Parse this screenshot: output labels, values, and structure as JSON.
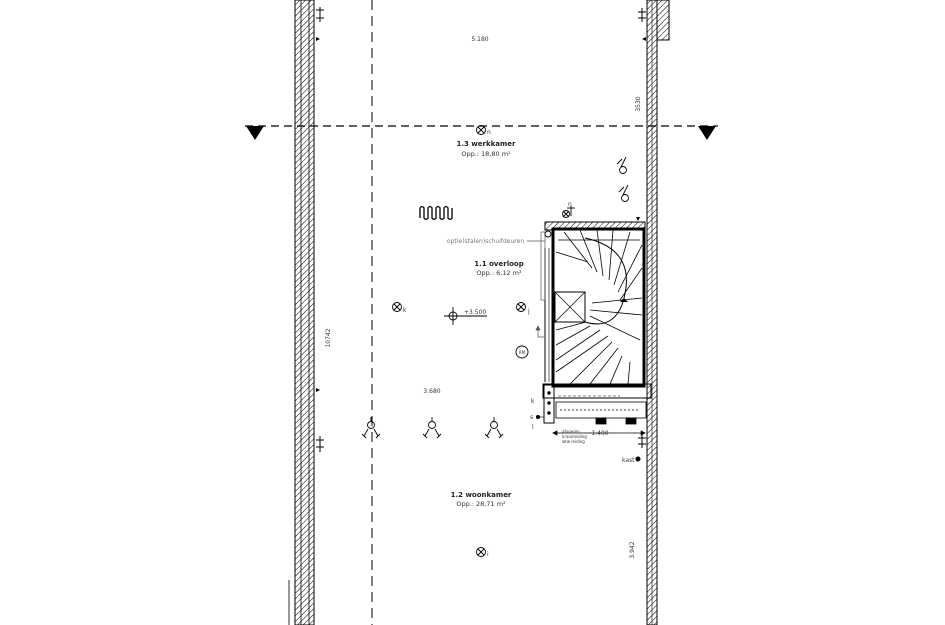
{
  "rooms": {
    "werkkamer": {
      "name": "1.3 werkkamer",
      "area": "Opp.: 18,80 m²"
    },
    "overloop": {
      "name": "1.1 overloop",
      "area": "Opp.: 6,12 m²"
    },
    "woonkamer": {
      "name": "1.2 woonkamer",
      "area": "Opp.: 28,71 m²"
    }
  },
  "dimensions": {
    "top_width": "5.180",
    "right_upper": "3530",
    "left_height": "10742",
    "middle_width": "3.680",
    "stair_width": "1.400",
    "right_lower": "3.942"
  },
  "level": "+3.500",
  "labels": {
    "sliding_door_note": "optie(stalen)schuifdeuren",
    "meter_note": [
      "afvoeren",
      "kraanleiding",
      "wtw leiding"
    ],
    "l_top": "n",
    "l_mid_left": "k",
    "l_mid_right": "j",
    "l_bottom": "i",
    "l_kast": "k",
    "l_s": "s",
    "l_small": "l",
    "lamp_top": "n",
    "rookmelder": "RM",
    "kast": "kast"
  }
}
